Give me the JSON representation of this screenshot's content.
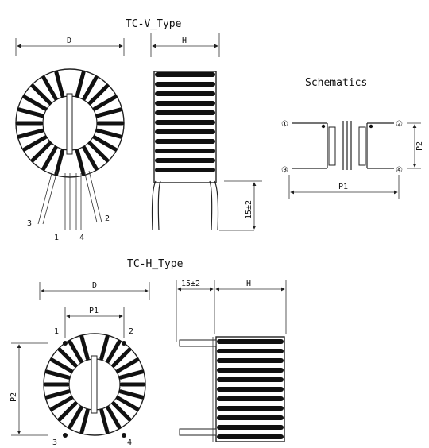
{
  "tcv": {
    "title": "TC-V_Type",
    "dim_d": "D",
    "dim_h": "H",
    "dim_lead": "15±2",
    "pins": [
      "3",
      "1",
      "4",
      "2"
    ]
  },
  "schematic": {
    "title": "Schematics",
    "pins": [
      "①",
      "②",
      "③",
      "④"
    ],
    "dim_p1": "P1",
    "dim_p2": "P2"
  },
  "tch": {
    "title": "TC-H_Type",
    "dim_d": "D",
    "dim_p1": "P1",
    "dim_p2": "P2",
    "dim_lead": "15±2",
    "dim_h": "H",
    "pins": [
      "1",
      "2",
      "3",
      "4"
    ]
  },
  "colors": {
    "ink": "#111111",
    "background": "#ffffff"
  }
}
